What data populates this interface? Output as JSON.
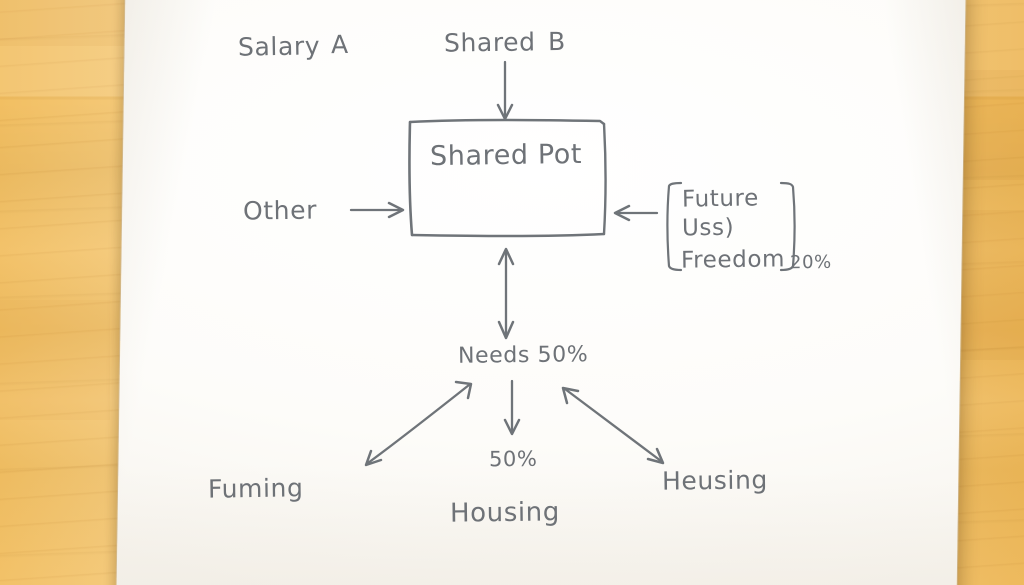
{
  "scene": {
    "surface": "wooden-desk",
    "medium": "hand-drawn-diagram-on-paper",
    "ink_color": "#6e7277",
    "paper_color": "#fdfcf9",
    "desk_color": "#f1bd60"
  },
  "diagram": {
    "title_box": {
      "label": "Shared Pot"
    },
    "inputs": [
      {
        "id": "salary",
        "label": "Salary",
        "tag": "A"
      },
      {
        "id": "shared",
        "label": "Shared",
        "tag": "B"
      },
      {
        "id": "other",
        "label": "Other",
        "tag": ""
      }
    ],
    "bracket_group": {
      "items": [
        "Future",
        "Uss)",
        "Freedom"
      ],
      "percent": "20%",
      "open_bracket": "[",
      "close_bracket": "]"
    },
    "allocations": [
      {
        "id": "needs",
        "label": "Needs 50%"
      },
      {
        "id": "housing",
        "percent": "50%",
        "label": "Housing"
      },
      {
        "id": "fuming",
        "label": "Fuming"
      },
      {
        "id": "heusing",
        "label": "Heusing"
      }
    ],
    "arrows": [
      {
        "name": "shared-b-to-pot",
        "kind": "single",
        "direction": "down"
      },
      {
        "name": "other-to-pot",
        "kind": "single",
        "direction": "right"
      },
      {
        "name": "bracket-to-pot",
        "kind": "single",
        "direction": "left"
      },
      {
        "name": "pot-to-needs",
        "kind": "double",
        "direction": "vertical"
      },
      {
        "name": "needs-to-fuming",
        "kind": "double",
        "direction": "diagonal-down-left"
      },
      {
        "name": "needs-to-heusing",
        "kind": "double",
        "direction": "diagonal-down-right"
      },
      {
        "name": "needs-to-housing",
        "kind": "single",
        "direction": "down"
      }
    ]
  }
}
